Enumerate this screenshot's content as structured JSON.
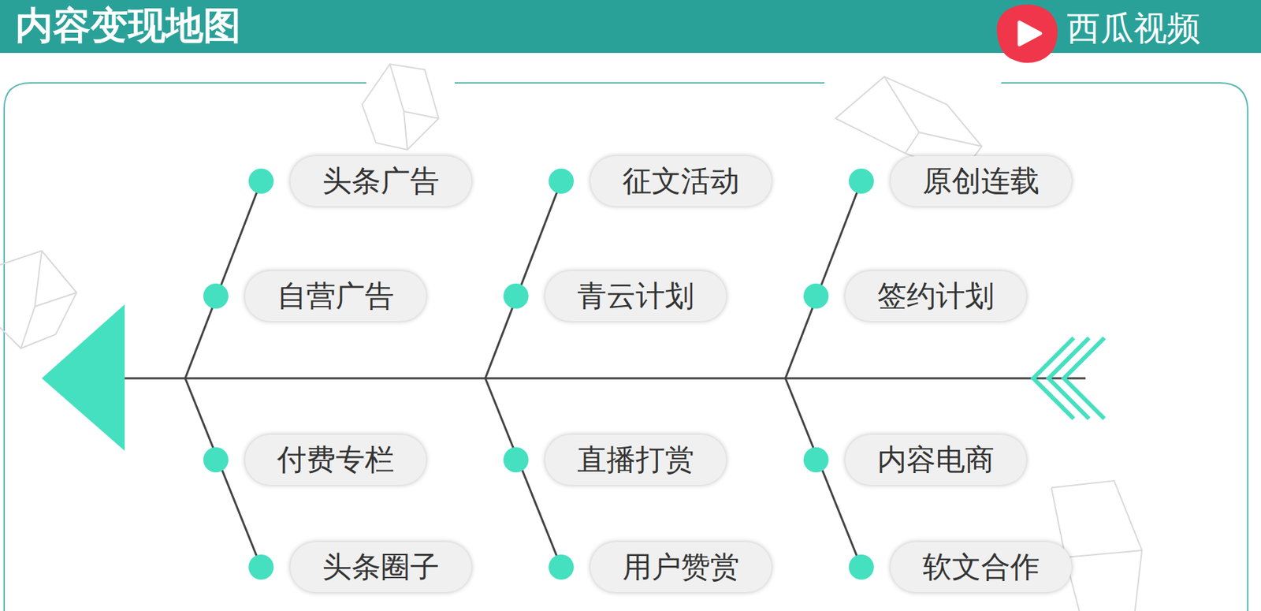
{
  "diagram": {
    "title": "内容变现地图",
    "nodes": [
      {
        "text": [
          "头条广告"
        ]
      },
      {
        "text": [
          "征文活动"
        ]
      },
      {
        "text": [
          "原创连载"
        ]
      },
      {
        "text": [
          "自营广告"
        ]
      },
      {
        "text": [
          "青云计划"
        ]
      },
      {
        "text": [
          "签约计划"
        ]
      },
      {
        "text": [
          "付费专栏"
        ]
      },
      {
        "text": [
          "直播打赏"
        ]
      },
      {
        "text": [
          "内容电商"
        ]
      },
      {
        "text": [
          "头条圈子"
        ]
      },
      {
        "text": [
          "用户赞赏"
        ]
      },
      {
        "text": [
          "软文合作"
        ]
      }
    ],
    "labels": [
      "西瓜视频"
    ]
  }
}
